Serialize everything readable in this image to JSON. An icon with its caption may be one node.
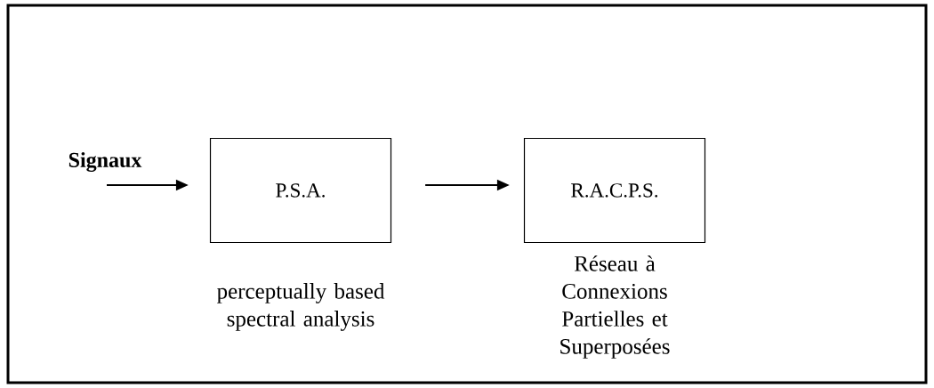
{
  "diagram": {
    "nodes": [
      {
        "text": [
          "Signaux"
        ]
      },
      {
        "text": [
          "P.S.A."
        ],
        "beside": [
          "perceptually based spectral analysis"
        ]
      },
      {
        "text": [
          "R.A.C.P.S."
        ],
        "beside": [
          "Réseau à Connexions Partielles et Superposées"
        ]
      }
    ],
    "edges": [
      {
        "from": 0,
        "to": 1,
        "arrow": "to"
      },
      {
        "from": 1,
        "to": 2,
        "arrow": "to"
      }
    ]
  }
}
